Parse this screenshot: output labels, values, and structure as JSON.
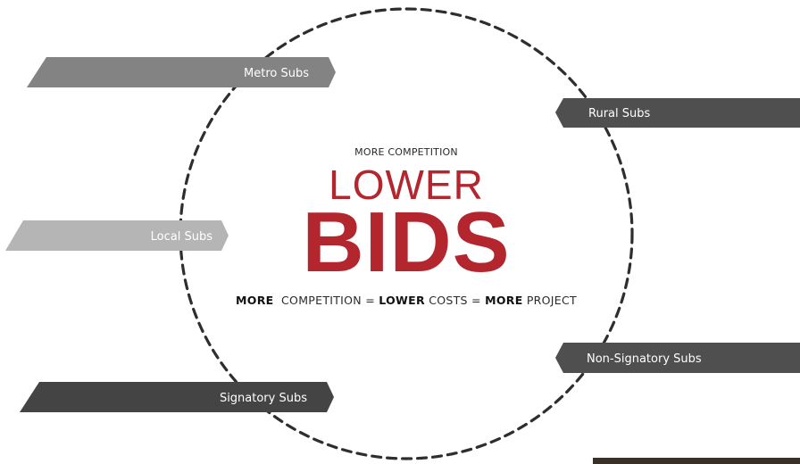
{
  "diagram": {
    "banners": [
      {
        "id": "metro",
        "label": "Metro Subs",
        "color": "#838383"
      },
      {
        "id": "rural",
        "label": "Rural Subs",
        "color": "#4f4f4f"
      },
      {
        "id": "local",
        "label": "Local Subs",
        "color": "#b5b5b5"
      },
      {
        "id": "nonsignatory",
        "label": "Non-Signatory Subs",
        "color": "#4f4f4f"
      },
      {
        "id": "signatory",
        "label": "Signatory Subs",
        "color": "#444444"
      }
    ],
    "center": {
      "top_line": "MORE COMPETITION",
      "headline_1": "LOWER",
      "headline_2": "BIDS",
      "accent_color": "#b3262e"
    },
    "equation": {
      "term1_bold": "MORE",
      "term1_rest": "COMPETITION",
      "eq1": "=",
      "term2_bold": "LOWER",
      "term2_rest": "COSTS",
      "eq2": "=",
      "term3_bold": "MORE",
      "term3_rest": "PROJECT"
    }
  }
}
